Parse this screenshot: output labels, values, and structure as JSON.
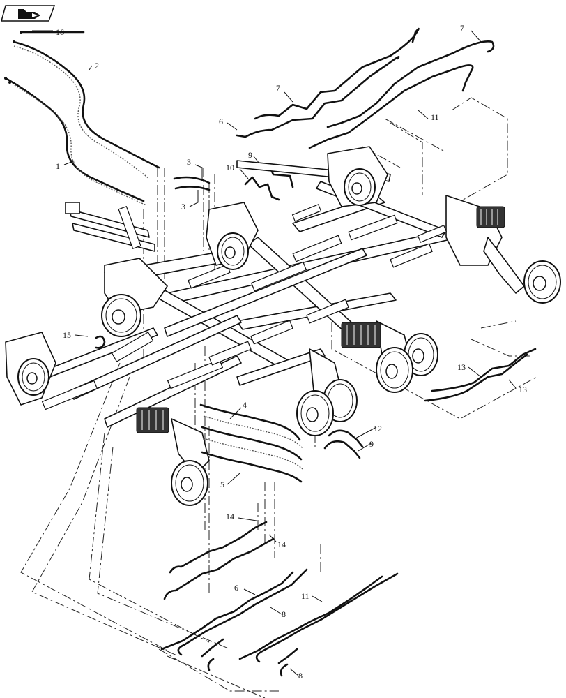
{
  "nav_icon": "page-navigation-icon",
  "callouts": [
    {
      "id": "c16",
      "text": "16"
    },
    {
      "id": "c2",
      "text": "2"
    },
    {
      "id": "c1",
      "text": "1"
    },
    {
      "id": "c3a",
      "text": "3"
    },
    {
      "id": "c3b",
      "text": "3"
    },
    {
      "id": "c10",
      "text": "10"
    },
    {
      "id": "c9a",
      "text": "9"
    },
    {
      "id": "c7a",
      "text": "7"
    },
    {
      "id": "c7b",
      "text": "7"
    },
    {
      "id": "c6a",
      "text": "6"
    },
    {
      "id": "c11a",
      "text": "11"
    },
    {
      "id": "c15",
      "text": "15"
    },
    {
      "id": "c4",
      "text": "4"
    },
    {
      "id": "c5",
      "text": "5"
    },
    {
      "id": "c12",
      "text": "12"
    },
    {
      "id": "c9b",
      "text": "9"
    },
    {
      "id": "c13a",
      "text": "13"
    },
    {
      "id": "c13b",
      "text": "13"
    },
    {
      "id": "c14a",
      "text": "14"
    },
    {
      "id": "c14b",
      "text": "14"
    },
    {
      "id": "c6b",
      "text": "6"
    },
    {
      "id": "c8a",
      "text": "8"
    },
    {
      "id": "c11b",
      "text": "11"
    },
    {
      "id": "c8b",
      "text": "8"
    }
  ]
}
